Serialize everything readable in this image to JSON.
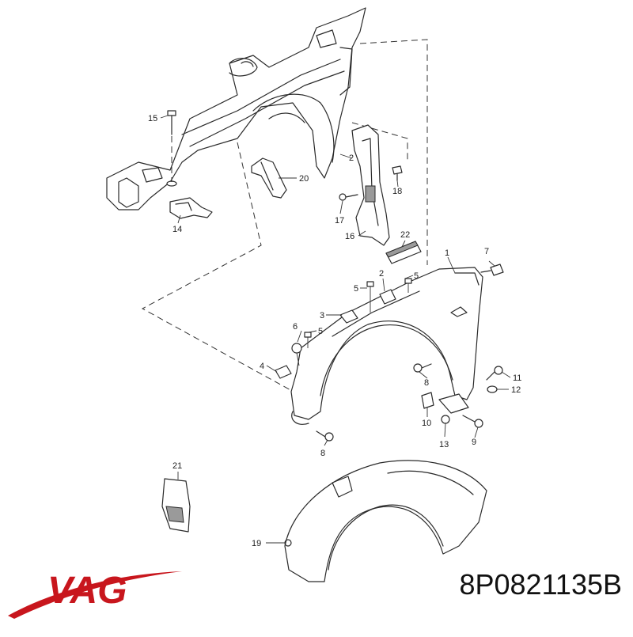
{
  "logo": {
    "text": "VAG",
    "color": "#c8161d"
  },
  "part_number": "8P0821135B",
  "callouts": [
    "1",
    "2",
    "2",
    "3",
    "4",
    "5",
    "5",
    "5",
    "6",
    "7",
    "8",
    "8",
    "9",
    "10",
    "11",
    "12",
    "13",
    "14",
    "15",
    "16",
    "17",
    "18",
    "19",
    "20",
    "21",
    "22"
  ]
}
